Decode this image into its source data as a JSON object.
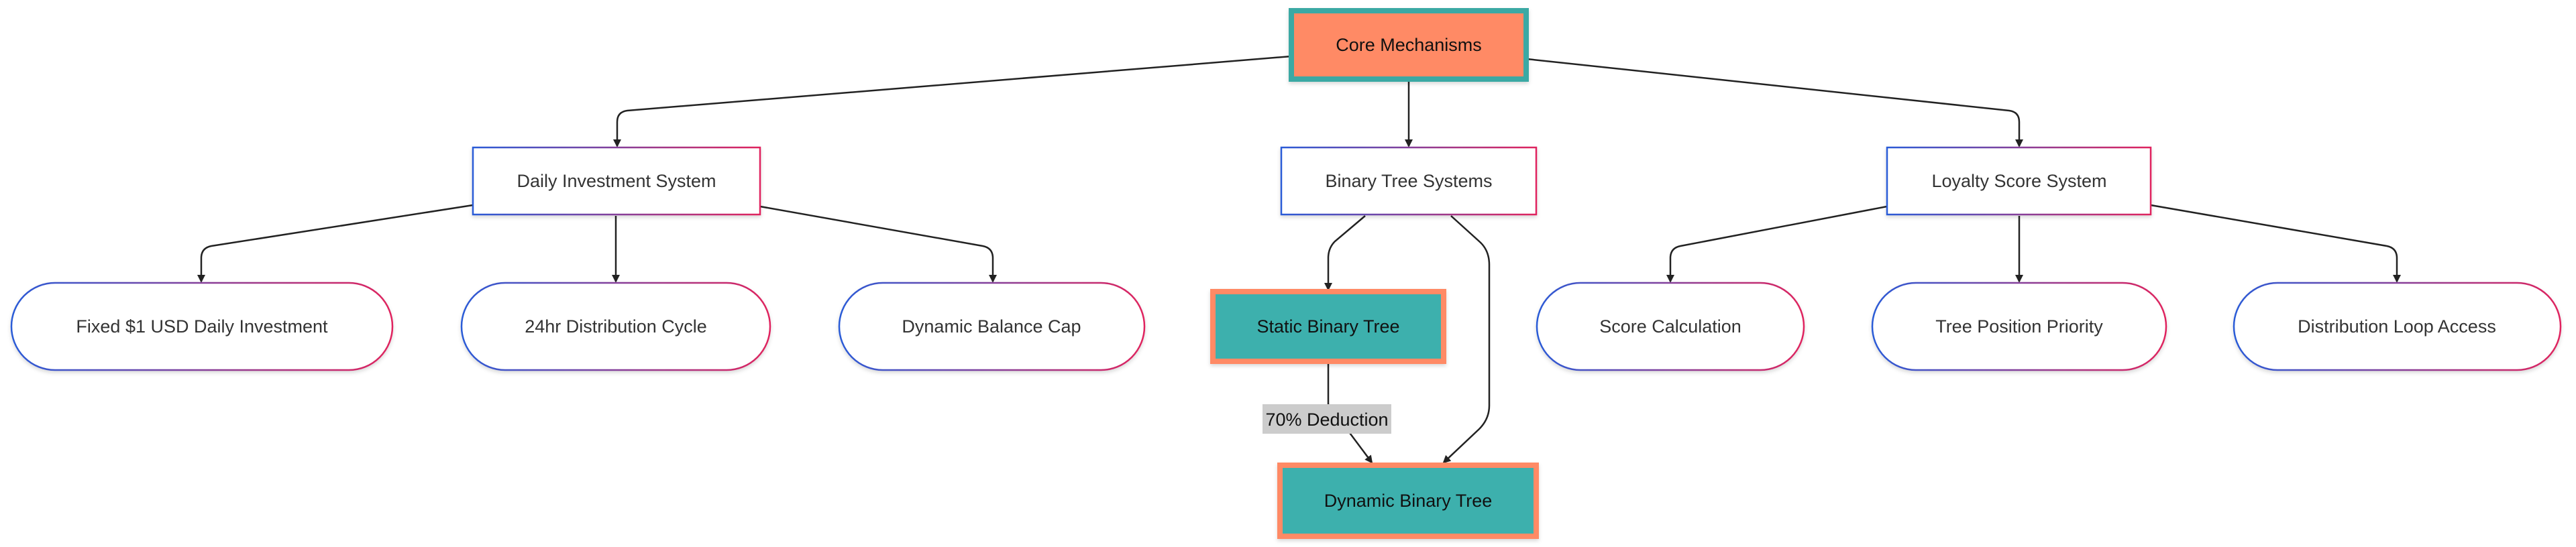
{
  "diagram": {
    "nodes": {
      "core": {
        "label": "Core Mechanisms"
      },
      "daily": {
        "label": "Daily Investment System"
      },
      "binary": {
        "label": "Binary Tree Systems"
      },
      "loyalty": {
        "label": "Loyalty Score System"
      },
      "fixed": {
        "label": "Fixed $1 USD Daily Investment"
      },
      "cycle": {
        "label": "24hr Distribution Cycle"
      },
      "cap": {
        "label": "Dynamic Balance Cap"
      },
      "static": {
        "label": "Static Binary Tree"
      },
      "dynamic": {
        "label": "Dynamic Binary Tree"
      },
      "score": {
        "label": "Score Calculation"
      },
      "priority": {
        "label": "Tree Position Priority"
      },
      "loop": {
        "label": "Distribution Loop Access"
      }
    },
    "edge_labels": {
      "static_to_dynamic": "70% Deduction"
    },
    "colors": {
      "highlight_fill_orange": "#FF8A65",
      "highlight_border_teal": "#3AA9A4",
      "highlight_fill_teal": "#3DB0AD",
      "highlight_border_orange": "#FF8A65",
      "box_border_blue": "#2A5BD7",
      "box_border_pink": "#E0245E",
      "edge_label_bg": "#CCCCCC",
      "edge_color": "#222222"
    }
  }
}
